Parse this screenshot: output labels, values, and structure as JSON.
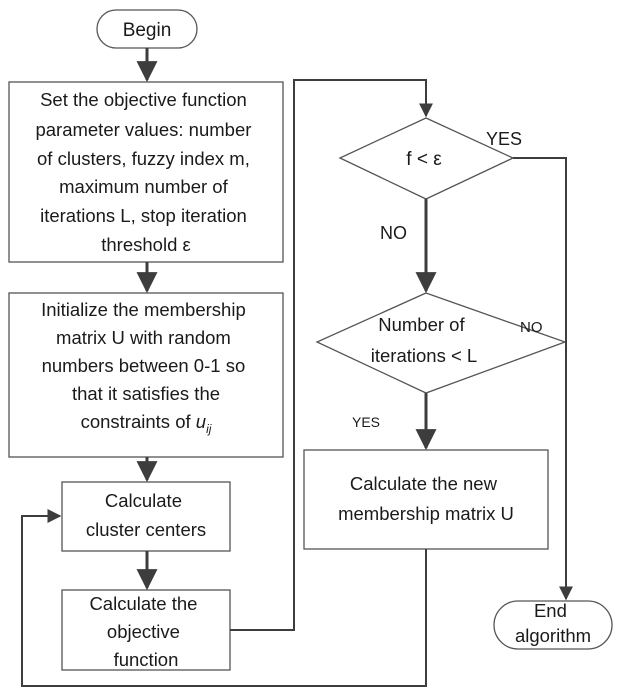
{
  "nodes": {
    "begin": {
      "text": "Begin"
    },
    "set_params": {
      "lines": [
        "Set the objective function",
        "parameter values: number",
        "of clusters, fuzzy index m,",
        "maximum number of",
        "iterations L, stop iteration",
        "threshold ε"
      ]
    },
    "init_u": {
      "lines": [
        "Initialize the membership",
        "matrix U with random",
        "numbers between 0-1 so",
        "that it satisfies the"
      ],
      "last_prefix": "constraints of ",
      "subscript_base": "u",
      "subscript": "ij"
    },
    "calc_centers": {
      "lines": [
        "Calculate",
        "cluster centers"
      ]
    },
    "calc_objective": {
      "lines": [
        "Calculate the",
        "objective",
        "function"
      ]
    },
    "decision_f": {
      "text": "f < ε"
    },
    "decision_iter": {
      "lines": [
        "Number of",
        "iterations < L"
      ]
    },
    "calc_u": {
      "lines": [
        "Calculate the new",
        "membership matrix U"
      ]
    },
    "end": {
      "lines": [
        "End",
        "algorithm"
      ]
    }
  },
  "labels": {
    "yes_top": "YES",
    "no_left": "NO",
    "no_right": "NO",
    "yes_bottom": "YES"
  }
}
